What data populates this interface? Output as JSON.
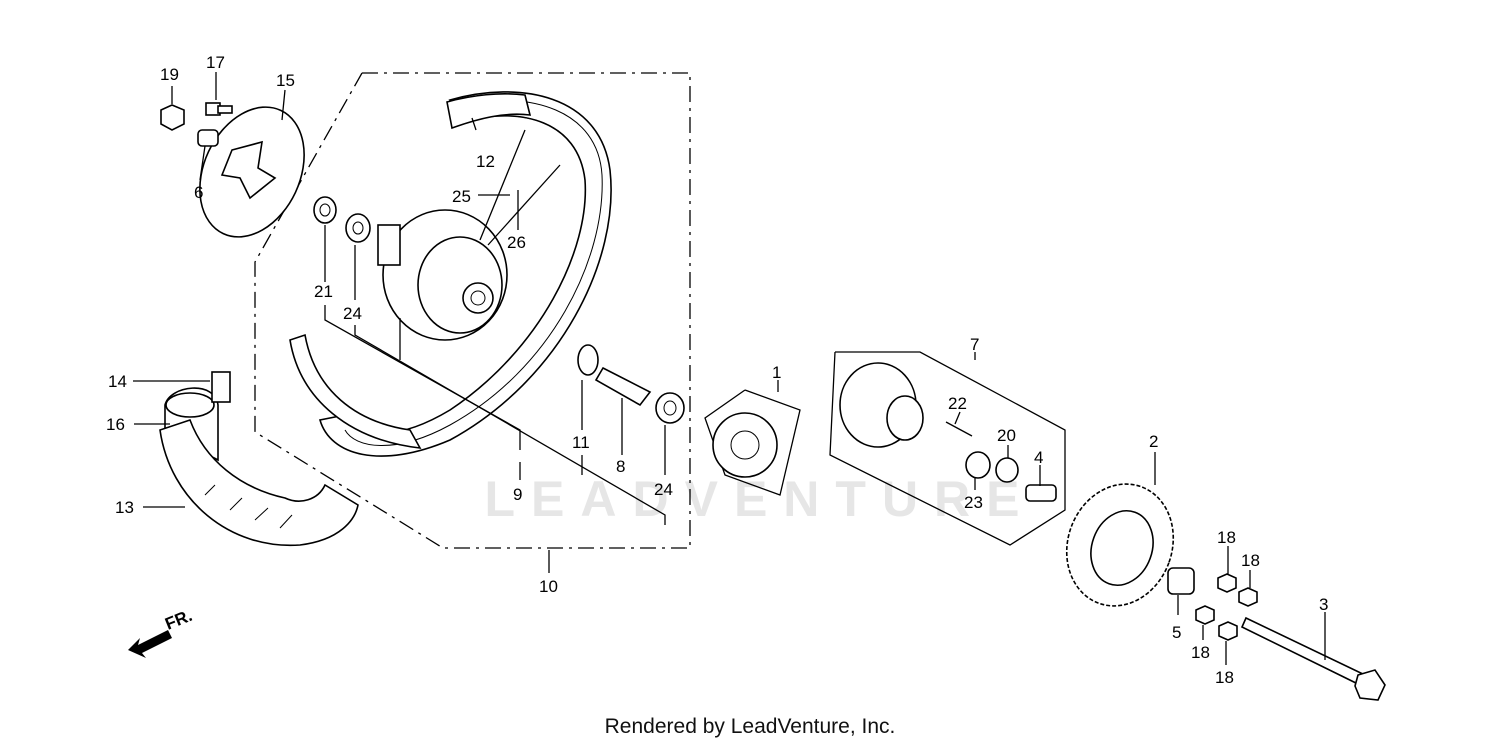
{
  "callouts": {
    "c1": "1",
    "c2": "2",
    "c3": "3",
    "c4": "4",
    "c5": "5",
    "c6": "6",
    "c7": "7",
    "c8": "8",
    "c9": "9",
    "c10": "10",
    "c11": "11",
    "c12": "12",
    "c13": "13",
    "c14": "14",
    "c15": "15",
    "c16": "16",
    "c17": "17",
    "c18a": "18",
    "c18b": "18",
    "c18c": "18",
    "c18d": "18",
    "c19": "19",
    "c20": "20",
    "c21": "21",
    "c22": "22",
    "c23": "23",
    "c24a": "24",
    "c24b": "24",
    "c25": "25",
    "c26": "26"
  },
  "front_indicator": "FR.",
  "watermark": "LEADVENTURE",
  "credit": "Rendered by LeadVenture, Inc."
}
